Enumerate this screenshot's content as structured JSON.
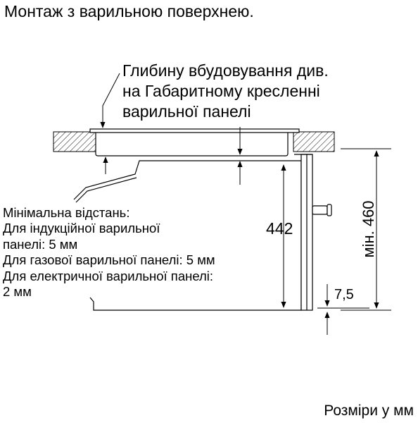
{
  "title": "Монтаж з варильною поверхнею.",
  "callout": {
    "lines": [
      "Глибину вбудовування див.",
      "на Габаритному кресленні",
      "варильної панелі"
    ]
  },
  "note": {
    "lines": [
      "Мінімальна відстань:",
      "Для індукційної варильної",
      "панелі: 5 мм",
      "Для газової варильної панелі: 5 мм",
      "Для електричної варильної панелі:",
      "2 мм"
    ]
  },
  "dimensions": {
    "height_442": "442",
    "min_460": "мін. 460",
    "gap_7_5": "7,5"
  },
  "units_note": "Розміри у мм"
}
